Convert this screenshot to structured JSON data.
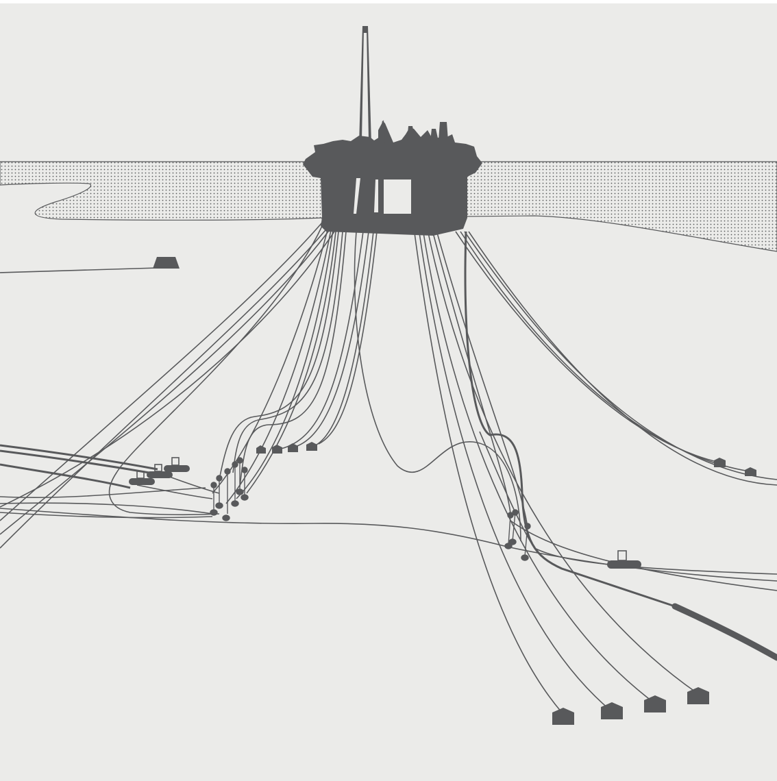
{
  "illustration": {
    "subject": "offshore-platform-subsea-field",
    "text_labels": []
  },
  "colors": {
    "canvas": "#ffffff",
    "seabed": "#ebebe9",
    "ink": "#58595b",
    "sea_dot": "#58595b"
  },
  "components": {
    "platform": "semi-submersible-platform",
    "flare_tower": "flare-tower",
    "sea_surface": "sea-surface-dotted",
    "risers": "riser-lines",
    "flowlines": "flowline-bundle",
    "wellheads": "subsea-wellhead",
    "manifolds": "subsea-manifold",
    "export_pipeline": "export-pipeline"
  }
}
